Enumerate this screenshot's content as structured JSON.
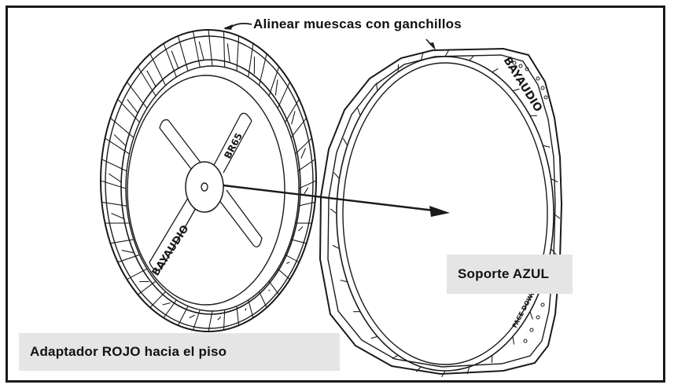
{
  "callouts": {
    "alinear": "Alinear muescas con ganchillos",
    "soporte": "Soporte AZUL",
    "adaptador": "Adaptador ROJO hacia el piso"
  },
  "part_text": {
    "ring_brand": "BAYAUDIO",
    "ring_model": "BR65",
    "bracket_brand": "BAYAUDIO",
    "bracket_note": "FACE DOWN"
  },
  "colors": {
    "line": "#1a1a1a",
    "label_bg": "#e5e5e5"
  }
}
